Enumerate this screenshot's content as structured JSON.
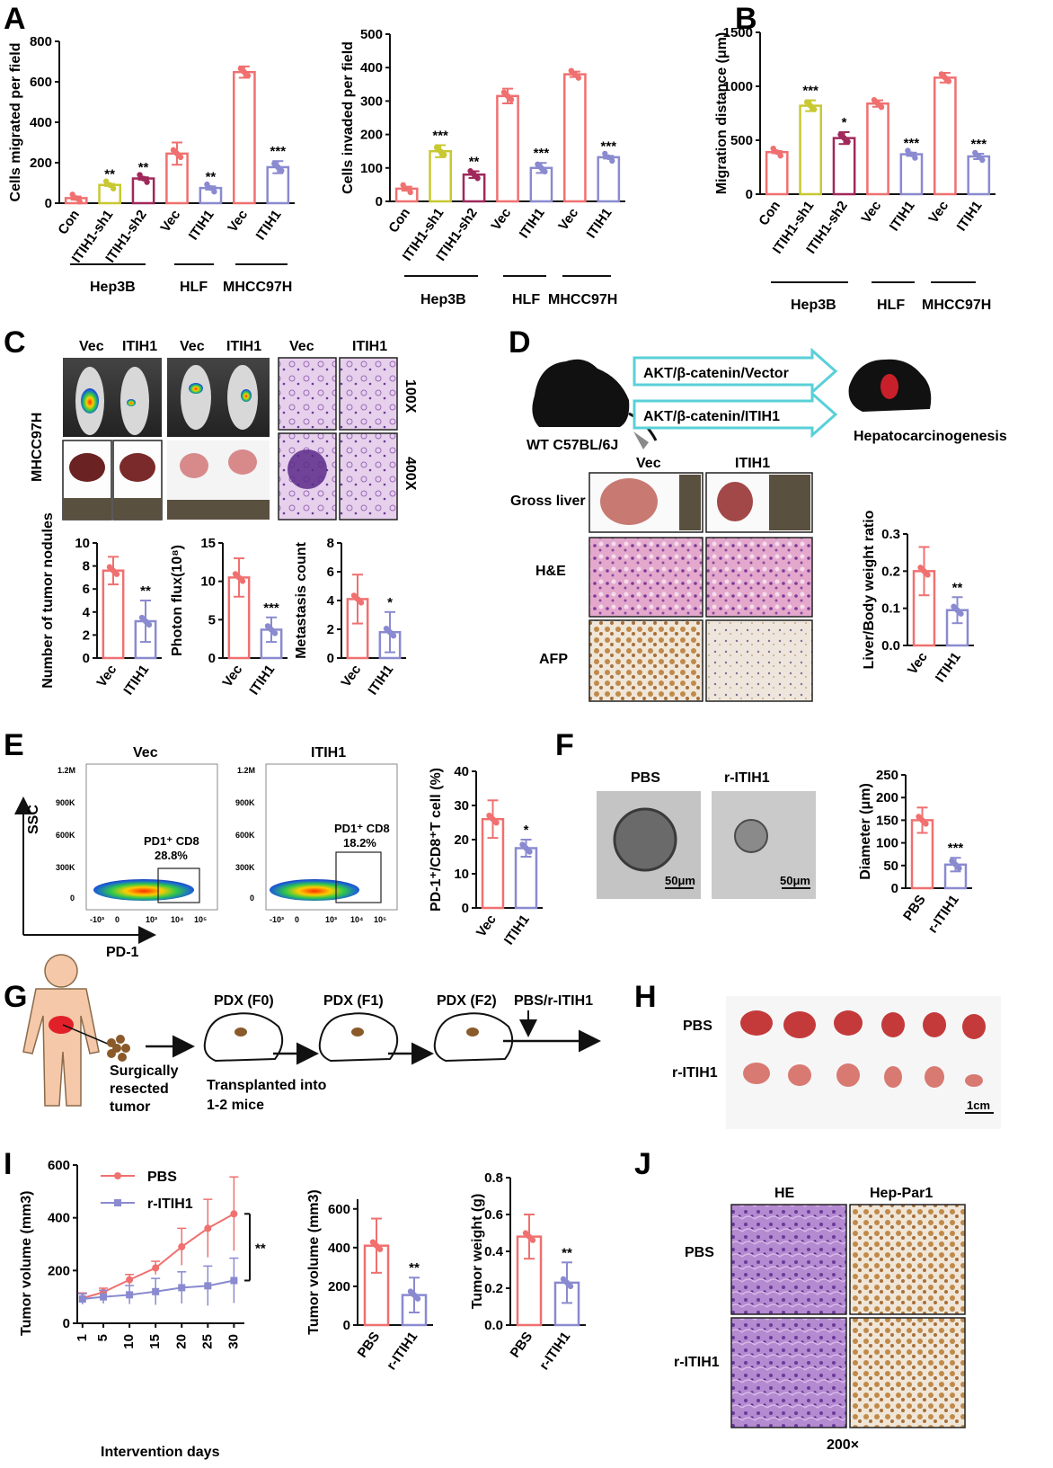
{
  "colors": {
    "vec": "#f07070",
    "itih": "#8a8ad0",
    "sh1": "#c8c832",
    "sh2": "#a0285a",
    "arrow": "#5ad0d8",
    "he": "#9a6cc0",
    "ihc": "#c08a4a"
  },
  "panels": {
    "A": "A",
    "B": "B",
    "C": "C",
    "D": "D",
    "E": "E",
    "F": "F",
    "G": "G",
    "H": "H",
    "I": "I",
    "J": "J"
  },
  "groups": {
    "hep3b": "Hep3B",
    "hlf": "HLF",
    "mhcc": "MHCC97H"
  },
  "charts": [
    {
      "id": "A1",
      "ylabel": "Cells migrated per field",
      "ticks": [
        "0",
        "200",
        "400",
        "600",
        "800"
      ],
      "ymax": 800,
      "categories": [
        "Con",
        "ITIH1-sh1",
        "ITIH1-sh2",
        "Vec",
        "ITIH1",
        "Vec",
        "ITIH1"
      ],
      "values": [
        25,
        90,
        122,
        245,
        75,
        648,
        178
      ],
      "errors": [
        8,
        5,
        6,
        55,
        8,
        28,
        30
      ],
      "sig": [
        "",
        "**",
        "**",
        "",
        "**",
        "",
        "***"
      ]
    },
    {
      "id": "A2",
      "ylabel": "Cells invaded per field",
      "ticks": [
        "0",
        "100",
        "200",
        "300",
        "400",
        "500"
      ],
      "ymax": 500,
      "categories": [
        "Con",
        "ITIH1-sh1",
        "ITIH1-sh2",
        "Vec",
        "ITIH1",
        "Vec",
        "ITIH1"
      ],
      "values": [
        38,
        150,
        80,
        315,
        100,
        380,
        132
      ],
      "errors": [
        6,
        18,
        10,
        22,
        15,
        8,
        4
      ],
      "sig": [
        "",
        "***",
        "**",
        "",
        "***",
        "",
        "***"
      ]
    },
    {
      "id": "B",
      "ylabel": "Migration distance (μm)",
      "ticks": [
        "0",
        "500",
        "1000",
        "1500"
      ],
      "ymax": 1500,
      "categories": [
        "Con",
        "ITIH1-sh1",
        "ITIH1-sh2",
        "Vec",
        "ITIH1",
        "Vec",
        "ITIH1"
      ],
      "values": [
        390,
        820,
        520,
        840,
        370,
        1080,
        350
      ],
      "errors": [
        10,
        50,
        55,
        30,
        15,
        45,
        25
      ],
      "sig": [
        "",
        "***",
        "*",
        "",
        "***",
        "",
        "***"
      ]
    },
    {
      "id": "C1",
      "ylabel": "Number of tumor nodules",
      "ticks": [
        "0",
        "2",
        "4",
        "6",
        "8",
        "10"
      ],
      "ymax": 10,
      "categories": [
        "Vec",
        "ITIH1"
      ],
      "values": [
        7.6,
        3.2
      ],
      "errors": [
        1.2,
        1.8
      ],
      "sig": [
        "",
        "**"
      ]
    },
    {
      "id": "C2",
      "ylabel": "Photon flux(10⁸)",
      "ticks": [
        "0",
        "5",
        "10",
        "15"
      ],
      "ymax": 15,
      "categories": [
        "Vec",
        "ITIH1"
      ],
      "values": [
        10.5,
        3.7
      ],
      "errors": [
        2.5,
        1.6
      ],
      "sig": [
        "",
        "***"
      ]
    },
    {
      "id": "C3",
      "ylabel": "Metastasis count",
      "ticks": [
        "0",
        "2",
        "4",
        "6",
        "8"
      ],
      "ymax": 8,
      "categories": [
        "Vec",
        "ITIH1"
      ],
      "values": [
        4.1,
        1.8
      ],
      "errors": [
        1.7,
        1.4
      ],
      "sig": [
        "",
        "*"
      ]
    },
    {
      "id": "D",
      "ylabel": "Liver/Body weight ratio",
      "ticks": [
        "0.0",
        "0.1",
        "0.2",
        "0.3"
      ],
      "ymax": 0.3,
      "categories": [
        "Vec",
        "ITIH1"
      ],
      "values": [
        0.2,
        0.095
      ],
      "errors": [
        0.065,
        0.035
      ],
      "sig": [
        "",
        "**"
      ]
    },
    {
      "id": "E",
      "ylabel": "PD-1⁺/CD8⁺T cell (%)",
      "ticks": [
        "0",
        "10",
        "20",
        "30",
        "40"
      ],
      "ymax": 40,
      "categories": [
        "Vec",
        "ITIH1"
      ],
      "values": [
        26,
        17.5
      ],
      "errors": [
        5.5,
        2.5
      ],
      "sig": [
        "",
        "*"
      ]
    },
    {
      "id": "F",
      "ylabel": "Diameter (μm)",
      "ticks": [
        "0",
        "50",
        "100",
        "150",
        "200",
        "250"
      ],
      "ymax": 250,
      "categories": [
        "PBS",
        "r-ITIH1"
      ],
      "values": [
        150,
        52
      ],
      "errors": [
        28,
        15
      ],
      "sig": [
        "",
        "***"
      ]
    },
    {
      "id": "I2",
      "ylabel": "Tumor volume (mm3)",
      "ticks": [
        "0",
        "200",
        "400",
        "600"
      ],
      "ymax": 650,
      "categories": [
        "PBS",
        "r-ITIH1"
      ],
      "values": [
        410,
        155
      ],
      "errors": [
        140,
        90
      ],
      "sig": [
        "",
        "**"
      ]
    },
    {
      "id": "I3",
      "ylabel": "Tumor weight (g)",
      "ticks": [
        "0.0",
        "0.2",
        "0.4",
        "0.6",
        "0.8"
      ],
      "ymax": 0.8,
      "categories": [
        "PBS",
        "r-ITIH1"
      ],
      "values": [
        0.48,
        0.23
      ],
      "errors": [
        0.12,
        0.11
      ],
      "sig": [
        "",
        "**"
      ]
    }
  ],
  "chart_data": {
    "type": "line",
    "xlabel": "Intervention days",
    "ylabel": "Tumor volume (mm3)",
    "x": [
      1,
      5,
      10,
      15,
      20,
      25,
      30
    ],
    "ylim": [
      0,
      600
    ],
    "ticks": [
      "0",
      "200",
      "400",
      "600"
    ],
    "series": [
      {
        "name": "PBS",
        "values": [
          95,
          118,
          165,
          210,
          290,
          360,
          415
        ],
        "errors": [
          20,
          15,
          20,
          25,
          70,
          110,
          140
        ]
      },
      {
        "name": "r-ITIH1",
        "values": [
          92,
          100,
          108,
          120,
          135,
          142,
          162
        ],
        "errors": [
          20,
          25,
          35,
          50,
          60,
          75,
          85
        ]
      }
    ],
    "sig": "**"
  },
  "C": {
    "cols": [
      "Vec",
      "ITIH1",
      "Vec",
      "ITIH1",
      "Vec",
      "ITIH1"
    ],
    "row_label": "MHCC97H",
    "mag1": "100X",
    "mag2": "400X"
  },
  "D": {
    "arrow1": "AKT/β-catenin/Vector",
    "arrow2": "AKT/β-catenin/ITIH1",
    "mouse": "WT C57BL/6J",
    "result": "Hepatocarcinogenesis",
    "col1": "Vec",
    "col2": "ITIH1",
    "rows": [
      "Gross liver",
      "H&E",
      "AFP"
    ]
  },
  "E": {
    "left_title": "Vec",
    "right_title": "ITIH1",
    "yaxis": "SSC",
    "xaxis": "PD-1",
    "yticks": [
      "1.2M",
      "900K",
      "600K",
      "300K",
      "0"
    ],
    "xticks": [
      "-10³",
      "0",
      "10³",
      "10⁴",
      "10⁵"
    ],
    "gate_label": "PD1⁺ CD8",
    "left_pct": "28.8%",
    "right_pct": "18.2%"
  },
  "F": {
    "left": "PBS",
    "right": "r-ITIH1",
    "scale": "50μm"
  },
  "G": {
    "f0": "PDX (F0)",
    "f1": "PDX (F1)",
    "f2": "PDX (F2)",
    "treat": "PBS/r-ITIH1",
    "resect1": "Surgically",
    "resect2": "resected",
    "resect3": "tumor",
    "transplant1": "Transplanted into",
    "transplant2": "1-2 mice"
  },
  "H": {
    "row1": "PBS",
    "row2": "r-ITIH1",
    "scale": "1cm"
  },
  "J": {
    "col1": "HE",
    "col2": "Hep-Par1",
    "row1": "PBS",
    "row2": "r-ITIH1",
    "mag": "200×"
  }
}
